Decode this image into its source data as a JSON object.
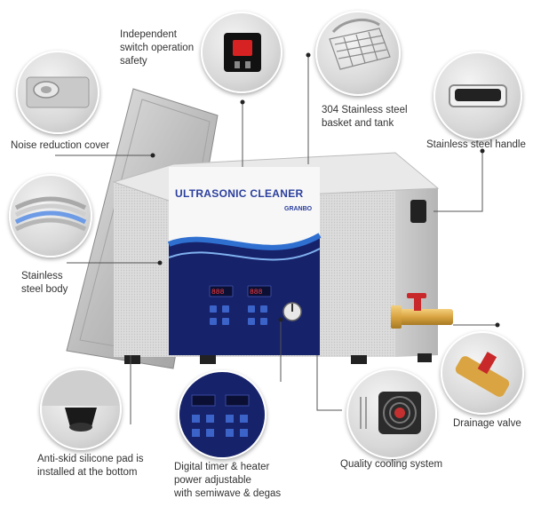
{
  "device": {
    "brand_title": "ULTRASONIC CLEANER",
    "brand_logo": "GRANBO",
    "colors": {
      "navy": "#16226a",
      "blue": "#2f6fd0",
      "steel": "#d9d9d9",
      "valve_brass": "#d9a441",
      "valve_red": "#c8282a"
    }
  },
  "callouts": {
    "switch": "Independent\nswitch operation\nsafety",
    "basket": "304 Stainless steel\nbasket and tank",
    "cover": "Noise reduction cover",
    "handle": "Stainless steel handle",
    "body": "Stainless\nsteel body",
    "drain": "Drainage valve",
    "pad": "Anti-skid silicone pad is\ninstalled at the bottom",
    "timer": "Digital timer & heater\npower adjustable\nwith semiwave & degas",
    "cooling": "Quality cooling system"
  },
  "icons": {
    "switch": "power-switch-icon",
    "basket": "wire-basket-icon",
    "cover": "lid-knob-icon",
    "handle": "handle-recess-icon",
    "body": "steel-layers-icon",
    "drain": "brass-valve-icon",
    "pad": "rubber-foot-icon",
    "timer": "control-panel-icon",
    "cooling": "cooling-fan-icon"
  }
}
